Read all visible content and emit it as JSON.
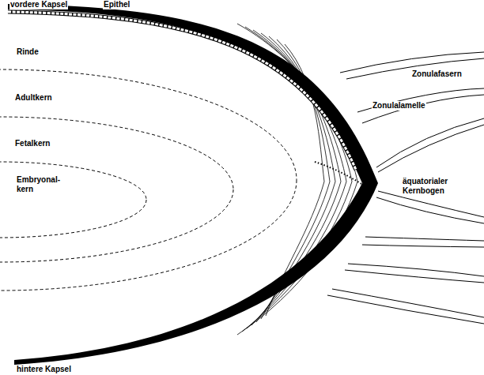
{
  "diagram": {
    "labels": [
      "vordere Kapsel",
      "Epithel",
      "Rinde",
      "Adultkern",
      "Fetalkern",
      "Embryonal- kern",
      "Zonulafasern",
      "Zonulalamelle",
      "äquatorialer Kernbogen",
      "hintere Kapsel"
    ]
  }
}
